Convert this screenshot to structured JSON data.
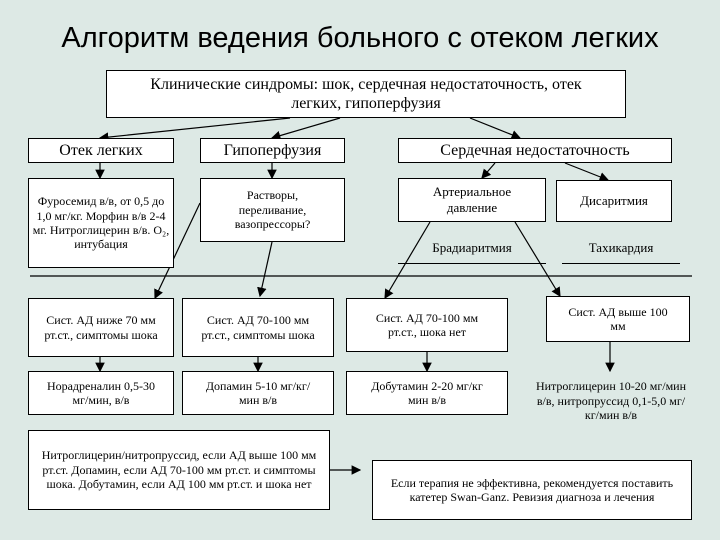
{
  "title": "Алгоритм ведения больного с отеком легких",
  "root": "Клинические синдромы: шок, сердечная недостаточность, отек легких, гипоперфузия",
  "categories": {
    "edema": "Отек легких",
    "hypoperfusion": "Гипоперфузия",
    "heart_failure": "Сердечная недостаточность"
  },
  "edema_treatment": "Фуросемид в/в, от 0,5 до 1,0 мг/кг. Морфин в/в 2-4 мг. Нитроглицерин в/в. О₂, интубация",
  "hypoperfusion_treatment": "Растворы, переливание, вазопрессоры?",
  "arterial_pressure": "Артериальное давление",
  "dysrhythmia": "Дисаритмия",
  "bradyarrhythmia": "Брадиаритмия",
  "tachycardia": "Тахикардия",
  "bp_below_70": "Сист. АД ниже 70 мм рт.ст., симптомы шока",
  "bp_70_100_shock": "Сист. АД 70-100 мм рт.ст., симптомы шока",
  "bp_70_100_no_shock": "Сист. АД 70-100 мм рт.ст., шока нет",
  "bp_above_100": "Сист. АД выше 100 мм",
  "noradrenaline": "Норадреналин 0,5-30 мг/мин, в/в",
  "dopamine": "Допамин 5-10 мг/кг/мин в/в",
  "dobutamine": "Добутамин 2-20 мг/кг мин в/в",
  "nitroglycerin_nitroprusside": "Нитроглицерин 10-20 мг/мин в/в, нитропруссид 0,1-5,0 мг/кг/мин в/в",
  "combined_note": "Нитроглицерин/нитропруссид, если АД выше 100 мм рт.ст. Допамин, если АД 70-100 мм рт.ст. и симптомы шока. Добутамин, если АД 100 мм рт.ст. и шока нет",
  "swan_ganz_note": "Если терапия не эффективна, рекомендуется поставить катетер Swan-Ganz. Ревизия диагноза и лечения"
}
